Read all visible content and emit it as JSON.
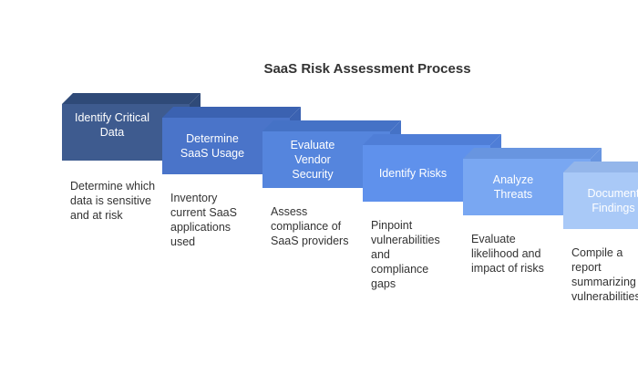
{
  "title": "SaaS Risk Assessment Process",
  "steps": [
    {
      "label": "Identify Critical\nData",
      "description": "Determine which\ndata is sensitive\nand at risk",
      "color": "#3e5b8f",
      "side_color": "#2f4a78"
    },
    {
      "label": "Determine\nSaaS Usage",
      "description": "Inventory\ncurrent SaaS\napplications\nused",
      "color": "#4a74c9",
      "side_color": "#3b62b1"
    },
    {
      "label": "Evaluate\nVendor\nSecurity",
      "description": "Assess\ncompliance of\nSaaS providers",
      "color": "#5585dd",
      "side_color": "#4572c6"
    },
    {
      "label": "Identify Risks",
      "description": "Pinpoint\nvulnerabilities\nand\ncompliance\ngaps",
      "color": "#5f91ec",
      "side_color": "#4f7ed7"
    },
    {
      "label": "Analyze\nThreats",
      "description": "Evaluate\nlikelihood and\nimpact of risks",
      "color": "#79a7f2",
      "side_color": "#6895e0"
    },
    {
      "label": "Document\nFindings",
      "description": "Compile a\nreport\nsummarizing\nvulnerabilities",
      "color": "#a9c9f7",
      "side_color": "#94b6ea"
    }
  ]
}
